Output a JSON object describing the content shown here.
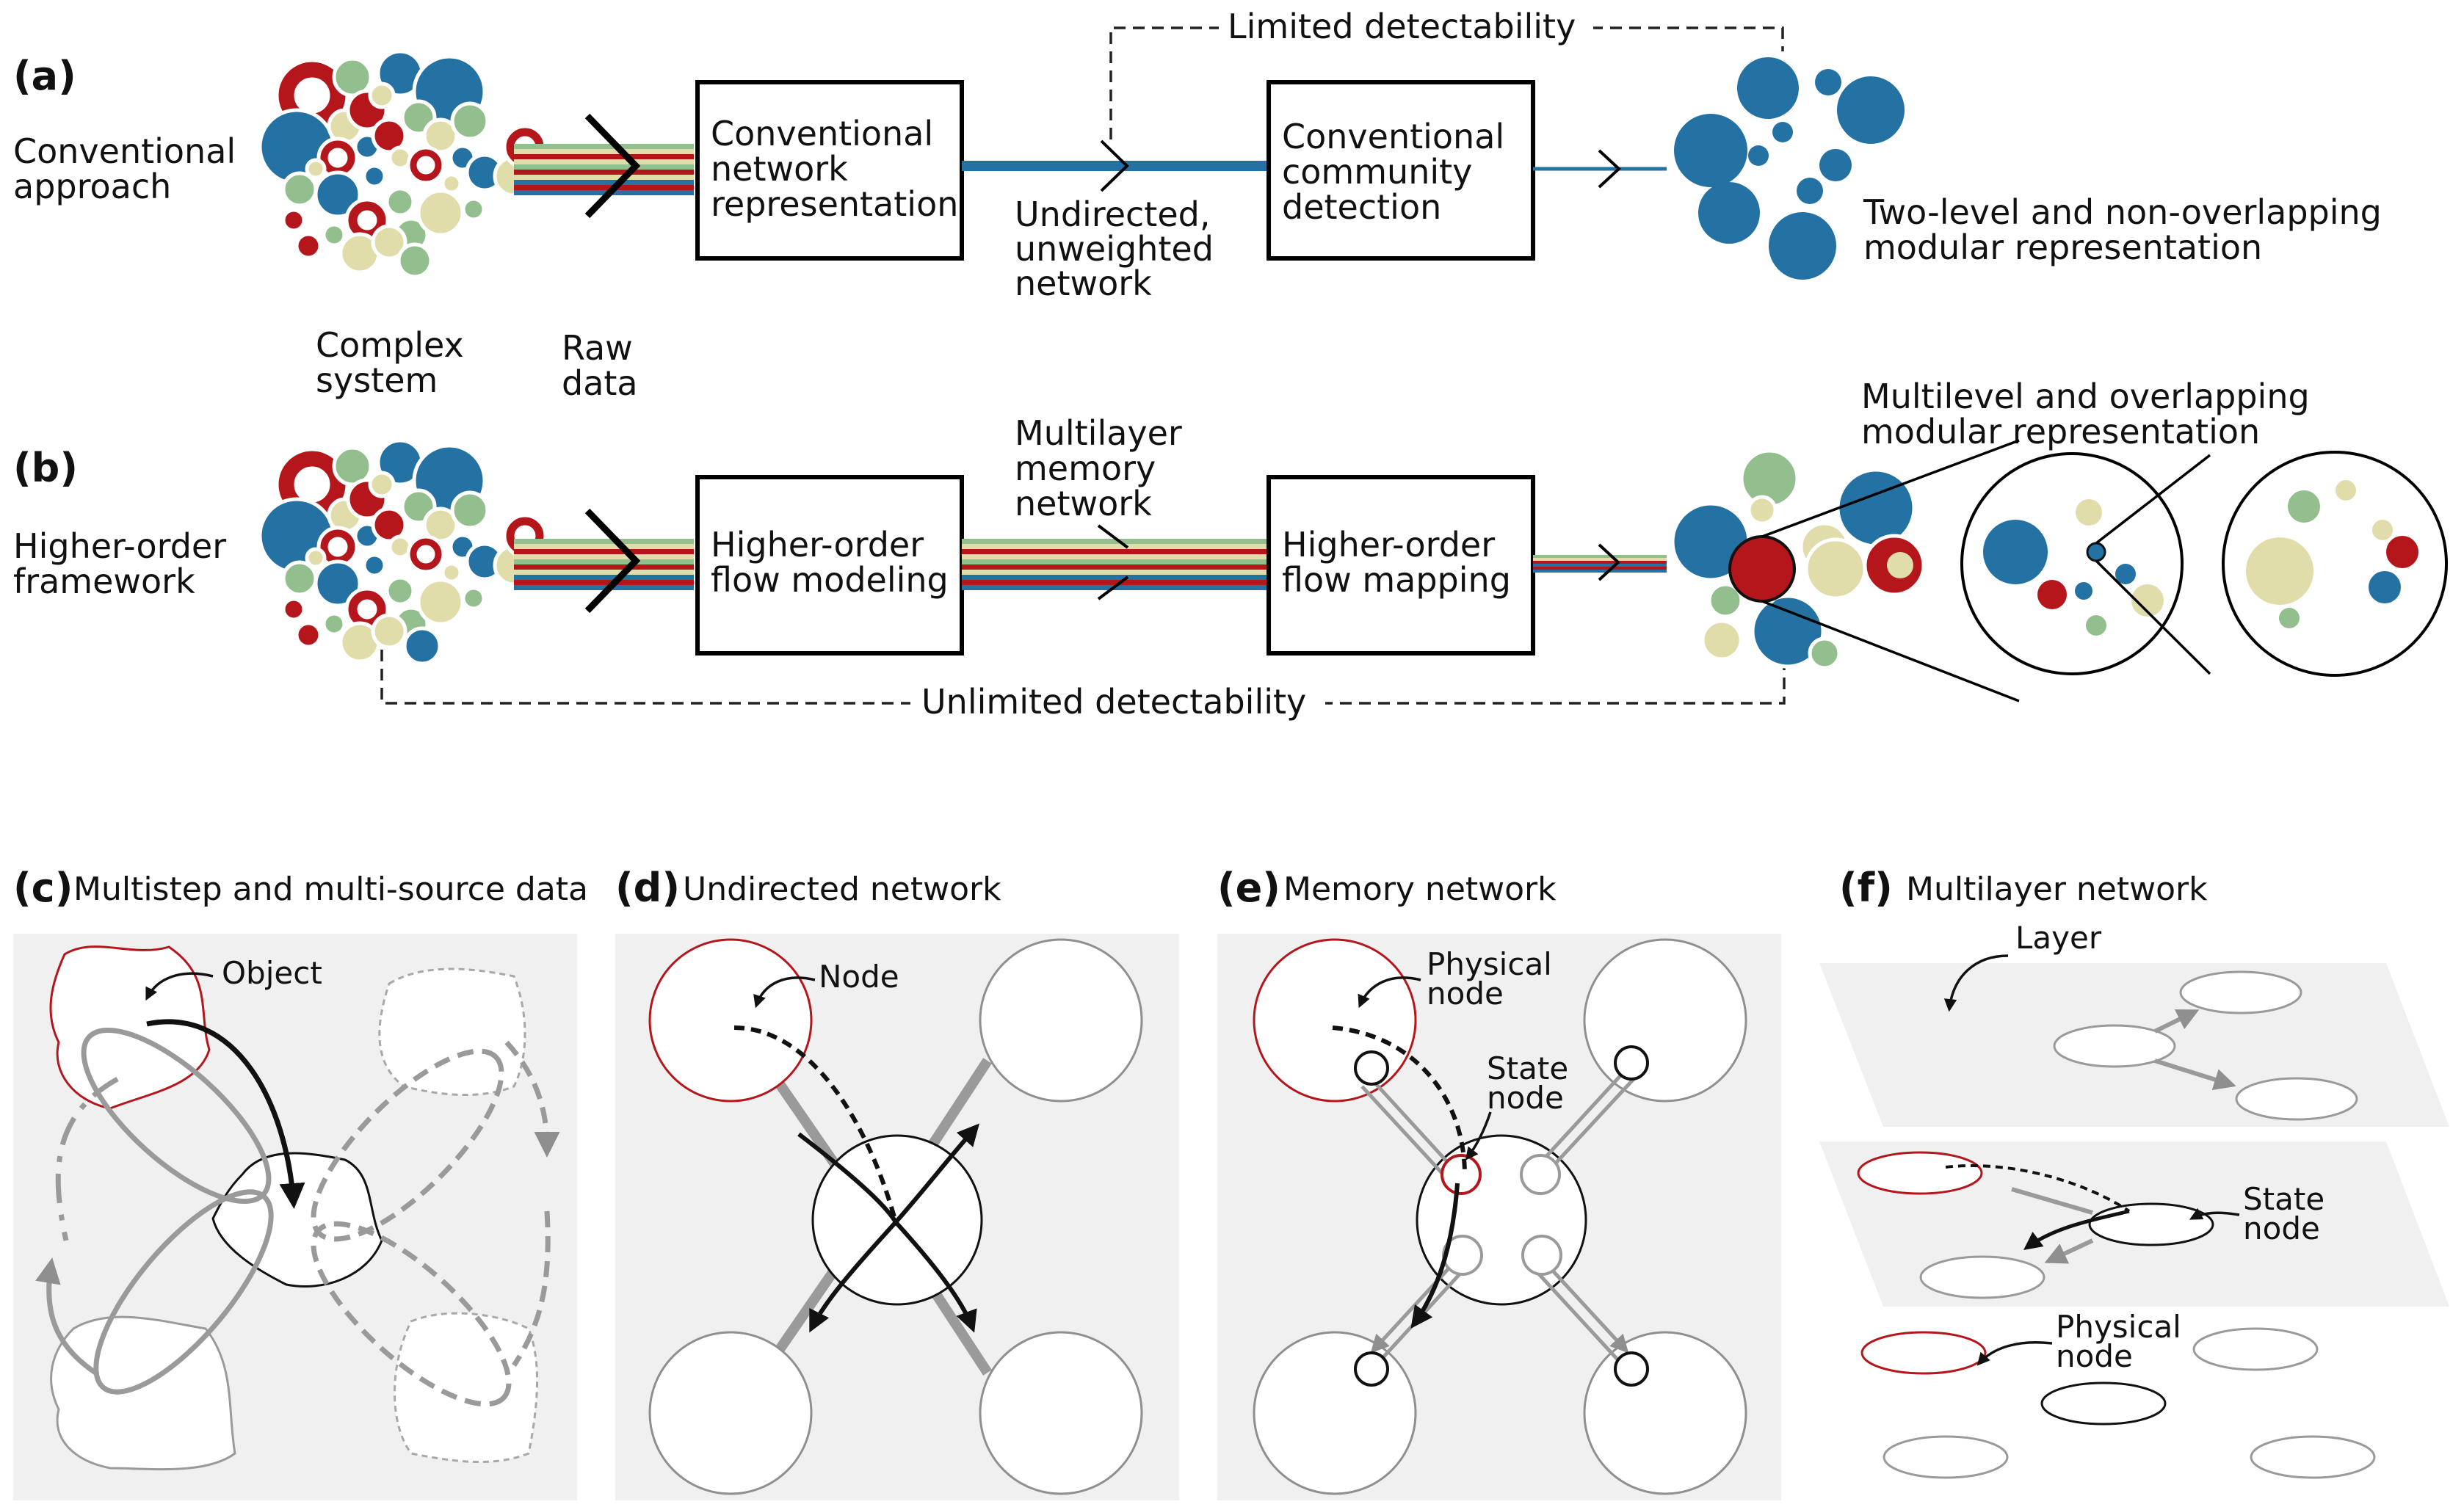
{
  "panels": {
    "a": {
      "label": "(a)"
    },
    "b": {
      "label": "(b)"
    },
    "c": {
      "label": "(c)",
      "title": "Multistep and multi-source data"
    },
    "d": {
      "label": "(d)",
      "title": "Undirected network"
    },
    "e": {
      "label": "(e)",
      "title": "Memory network"
    },
    "f": {
      "label": "(f)",
      "title": "Multilayer network"
    }
  },
  "row_a": {
    "approach": [
      "Conventional",
      "approach"
    ],
    "box1": [
      "Conventional",
      "network",
      "representation"
    ],
    "box2": [
      "Conventional",
      "community",
      "detection"
    ],
    "edge_label": [
      "Undirected,",
      "unweighted",
      "network"
    ],
    "limited": "Limited detectability",
    "result": [
      "Two-level and non-overlapping",
      "modular representation"
    ]
  },
  "shared": {
    "complex_system": [
      "Complex",
      "system"
    ],
    "raw_data": [
      "Raw",
      "data"
    ]
  },
  "row_b": {
    "approach": [
      "Higher-order",
      "framework"
    ],
    "box1": [
      "Higher-order",
      "flow modeling"
    ],
    "box2": [
      "Higher-order",
      "flow mapping"
    ],
    "edge_label": [
      "Multilayer",
      "memory",
      "network"
    ],
    "unlimited": "Unlimited detectability",
    "result": [
      "Multilevel and overlapping",
      "modular representation"
    ]
  },
  "panel_c": {
    "object": "Object"
  },
  "panel_d": {
    "node": "Node"
  },
  "panel_e": {
    "physical": [
      "Physical",
      "node"
    ],
    "state": [
      "State",
      "node"
    ]
  },
  "panel_f": {
    "layer": "Layer",
    "state": [
      "State",
      "node"
    ],
    "physical": [
      "Physical",
      "node"
    ]
  },
  "colors": {
    "blue": "#2471a3",
    "red": "#b5161c",
    "green": "#93bf8f",
    "beige": "#e0ddab",
    "gray": "#9a9a9a",
    "panel_bg": "#f0f0f0"
  }
}
